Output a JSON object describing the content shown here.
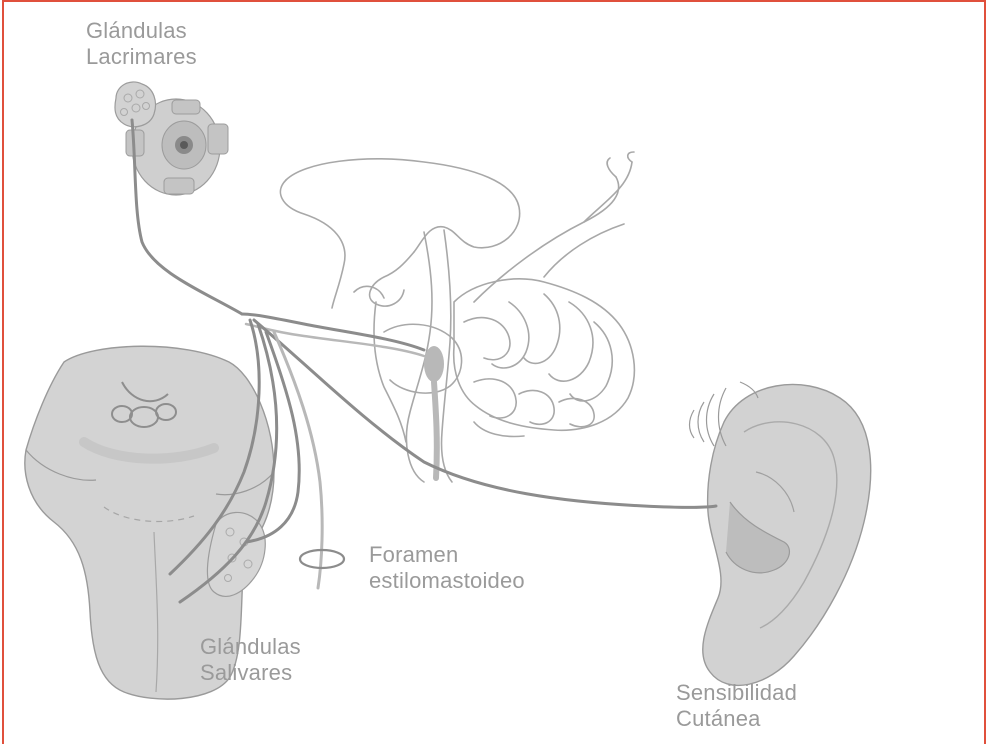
{
  "labels": {
    "lacrimal": [
      "Glándulas",
      "Lacrimares"
    ],
    "foramen": [
      "Foramen",
      "estilomastoideo"
    ],
    "salivary": [
      "Glándulas",
      "Salivares"
    ],
    "skin": [
      "Sensibilidad",
      "Cutánea"
    ]
  },
  "colors": {
    "frame": "#e0503c",
    "nerve_dark": "#8c8c8c",
    "nerve_light": "#b8b8b8",
    "tissue_fill": "#d6d6d6",
    "tissue_shade": "#bcbcbc",
    "outline": "#9c9c9c",
    "label": "#9a9a9a"
  }
}
